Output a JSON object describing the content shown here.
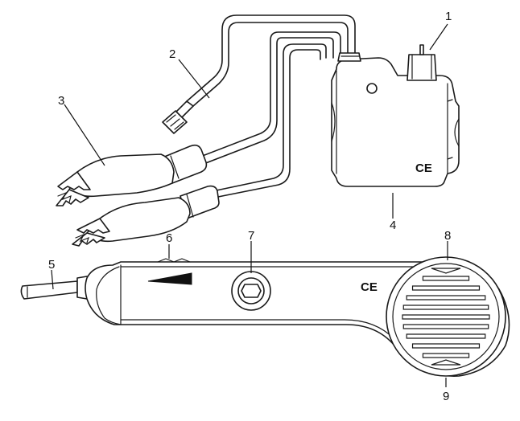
{
  "diagram": {
    "callouts": [
      {
        "id": "1",
        "label": "1"
      },
      {
        "id": "2",
        "label": "2"
      },
      {
        "id": "3",
        "label": "3"
      },
      {
        "id": "4",
        "label": "4"
      },
      {
        "id": "5",
        "label": "5"
      },
      {
        "id": "6",
        "label": "6"
      },
      {
        "id": "7",
        "label": "7"
      },
      {
        "id": "8",
        "label": "8"
      },
      {
        "id": "9",
        "label": "9"
      }
    ],
    "marks": {
      "ce_generator": "CE",
      "ce_probe": "CE"
    },
    "colors": {
      "line": "#1a1a1a",
      "background": "#ffffff"
    }
  }
}
